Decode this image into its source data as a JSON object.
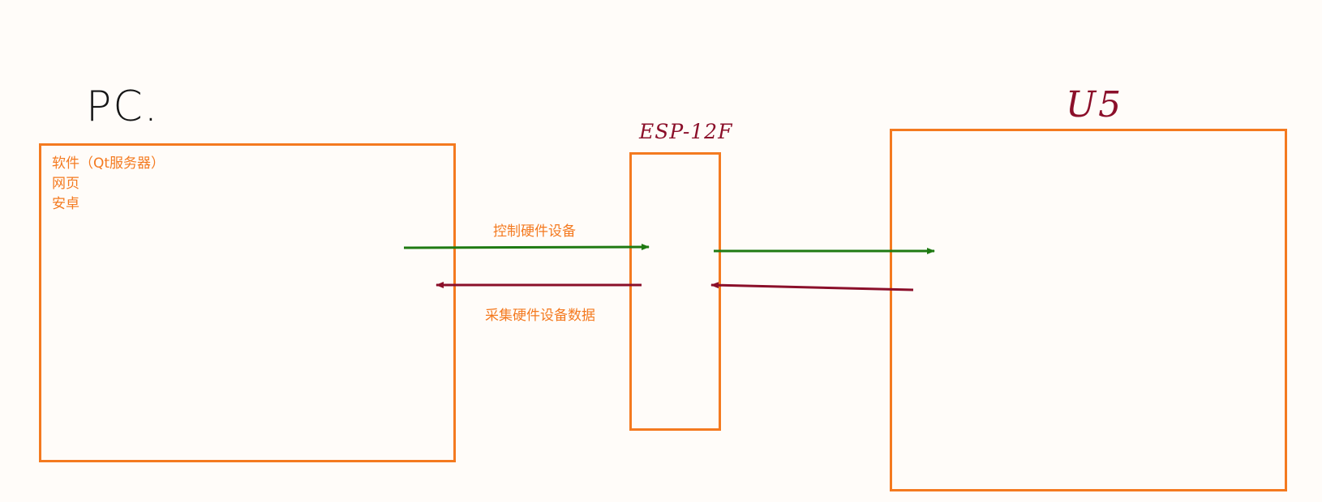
{
  "labels": {
    "pc": "PC.",
    "esp": "ESP-12F",
    "u5": "U5"
  },
  "pc_box": {
    "items": [
      "软件（Qt服务器）",
      "网页",
      "安卓"
    ]
  },
  "arrows": {
    "control_label": "控制硬件设备",
    "collect_label": "采集硬件设备数据"
  },
  "colors": {
    "box_stroke": "#f47a20",
    "text_orange": "#f47a20",
    "arrow_forward": "#1f7a12",
    "arrow_back": "#8b0f2a",
    "handwriting_dark": "#151515",
    "handwriting_red": "#8b0f2a"
  }
}
